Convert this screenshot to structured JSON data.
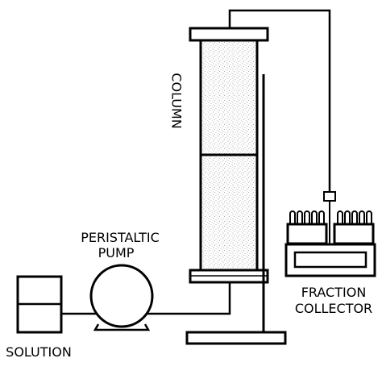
{
  "labels": {
    "column": "COLUMN",
    "pump_line1": "PERISTALTIC",
    "pump_line2": "PUMP",
    "fraction_line1": "FRACTION",
    "fraction_line2": "COLLECTOR",
    "solution": "SOLUTION"
  },
  "colors": {
    "line": "#000000",
    "background": "#ffffff",
    "packing_stipple": "#b5b5b5",
    "cap": "#ffffff"
  },
  "icons": {
    "pump": "peristaltic-pump-icon",
    "solution": "solution-reservoir-icon",
    "collector": "fraction-collector-icon"
  }
}
